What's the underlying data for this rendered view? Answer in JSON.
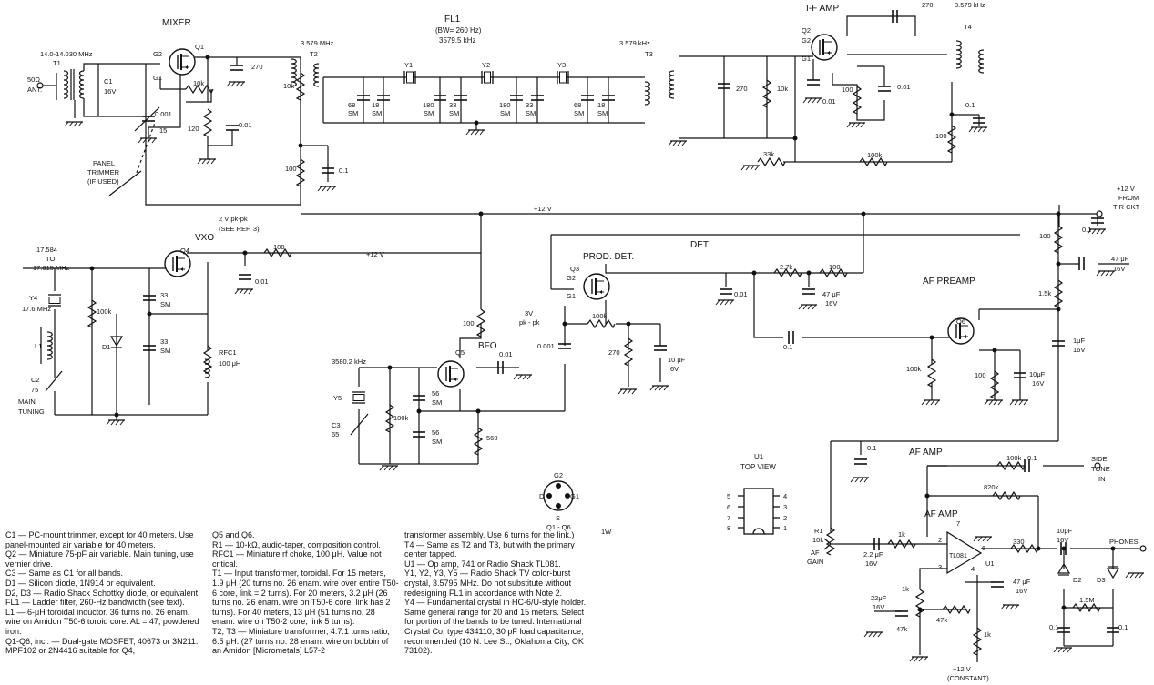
{
  "stages": {
    "mixer": "MIXER",
    "fl1_title": "FL1",
    "fl1_bw": "(BW= 260 Hz)",
    "fl1_freq": "3579.5 kHz",
    "if_amp": "I-F AMP",
    "vxo": "VXO",
    "bfo": "BFO",
    "prod_det": "PROD. DET.",
    "det": "DET",
    "af_preamp": "AF PREAMP",
    "af_amp": "AF AMP",
    "af_amp2": "AF AMP",
    "u1_top": "U1",
    "u1_top2": "TOP VIEW"
  },
  "labels": {
    "in_freq": "14.0-14.030 MHz",
    "ant1": "50Ω",
    "ant2": "ANT.",
    "t1": "T1",
    "c1": "C1",
    "c1v": "16V",
    "q1": "Q1",
    "g1": "G1",
    "g2": "G2",
    "r10k_a": "10k",
    "r120": "120",
    "c001_a": "0.001",
    "c001_b": "0.01",
    "c15": "15",
    "trim1": "PANEL",
    "trim2": "TRIMMER",
    "trim3": "(IF USED)",
    "c270_a": "270",
    "t2f": "3.579 MHz",
    "t2": "T2",
    "r10k_b": "10k",
    "r100_a": "100",
    "c01_a": "0.1",
    "y1": "Y1",
    "y2": "Y2",
    "y3": "Y3",
    "fc1": "68",
    "fc1b": "SM",
    "fc2": "18",
    "fc2b": "SM",
    "fc3": "180",
    "fc3b": "SM",
    "fc4": "33",
    "fc4b": "SM",
    "fc5": "180",
    "fc5b": "SM",
    "fc6": "33",
    "fc6b": "SM",
    "fc7": "68",
    "fc7b": "SM",
    "fc8": "18",
    "fc8b": "SM",
    "t3f": "3.579 kHz",
    "t3": "T3",
    "c270_b": "270",
    "r10k_c": "10k",
    "q2": "Q2",
    "q2g1": "G1",
    "q2g2": "G2",
    "c001_c": "0.01",
    "r100_b": "100",
    "c001_d": "0.01",
    "c270_c": "270",
    "t4f": "3.579 kHz",
    "t4": "T4",
    "r33k": "33k",
    "r100k_a": "100k",
    "c01_b": "0.1",
    "r100_c": "100",
    "p12v_a": "+12 V",
    "p12v_b": "+12 V",
    "pwr1": "+12 V",
    "pwr2": "FROM",
    "pwr3": "T-R CKT",
    "vpp1": "2 V pk-pk",
    "vpp2": "(SEE REF. 3)",
    "vxo_f1": "17.584",
    "vxo_f2": "TO",
    "vxo_f3": "17.615 MHz",
    "y4": "Y4",
    "y4f": "17.6 MHz",
    "l1": "L1",
    "c2": "C2",
    "c2v": "75",
    "main1": "MAIN",
    "main2": "TUNING",
    "d1": "D1",
    "r100k_b": "100k",
    "c33_a": "33",
    "c33_am": "SM",
    "c33_b": "33",
    "c33_bm": "SM",
    "rfc1": "RFC1",
    "rfc1v": "100 μH",
    "q4": "Q4",
    "r100_d": "100",
    "c001_e": "0.01",
    "bfo_f": "3580.2 kHz",
    "y5": "Y5",
    "c3": "C3",
    "c3v": "65",
    "r100k_c": "100k",
    "c56_a": "56",
    "c56_am": "SM",
    "c56_b": "56",
    "c56_bm": "SM",
    "r560": "560",
    "q5": "Q5",
    "c001_f": "0.01",
    "r100_e": "100",
    "vpp3": "3V",
    "vpp4": "pk - pk",
    "c0001": "0.001",
    "q3": "Q3",
    "q3g1": "G1",
    "q3g2": "G2",
    "r100k_d": "100k",
    "r270": "270",
    "c10uf": "10 μF",
    "c10v": "6V",
    "c001_g": "0.01",
    "r27k": "2.7k",
    "r100_f": "100",
    "c47uf_a": "47 μF",
    "c47v_a": "16V",
    "r100_g": "100",
    "c01_c": "0.1",
    "c47uf_b": "47 μF",
    "c47v_b": "16V",
    "r15k": "1.5k",
    "c1uf": "1μF",
    "q6": "Q6",
    "r100k_e": "100k",
    "r100_h": "100",
    "c10uf_b": "10μF",
    "c10v_b": "16V",
    "c01_d": "0.1",
    "c01_e": "0.1",
    "r100k_f": "100k",
    "c01_f": "0.1",
    "side1": "SIDE",
    "side2": "TONE",
    "side3": "IN",
    "r820k": "820k",
    "r1": "R1",
    "r1v": "10k",
    "afg1": "AF",
    "afg2": "GAIN",
    "r1k_a": "1k",
    "c22_a": "2.2 μF",
    "c22v_a": "16V",
    "u1": "U1",
    "u1p": "TL081",
    "r330": "330",
    "c10uf_c": "10μF",
    "c10v_c": "16V",
    "phones": "PHONES",
    "d2": "D2",
    "d3": "D3",
    "r15m": "1.5M",
    "c01_g": "0.1",
    "c01_h": "0.1",
    "c47uf_c": "47 μF",
    "c47v_c": "16V",
    "c22pf": "22μF",
    "c22pfv": "16V",
    "r1k_b": "1k",
    "r47k_a": "47k",
    "r47k_b": "47k",
    "r1k_c": "1k",
    "pw12c": "+12 V",
    "pw12c2": "(CONSTANT)",
    "pin2": "2",
    "pin3": "3",
    "pin4": "4",
    "pin6": "6",
    "pin7": "7",
    "qb_g2": "G2",
    "qb_g1": "G1",
    "qb_d": "D",
    "qb_s": "S",
    "qb_lbl": "Q1 - Q6",
    "dip5": "5",
    "dip6": "6",
    "dip7": "7",
    "dip8": "8",
    "dip4": "4",
    "dip3": "3",
    "dip2": "2",
    "dip1": "1",
    "pin1w": "1W"
  },
  "notes": {
    "col1": [
      "C1 — PC-mount trimmer, except for 40 meters. Use panel-mounted air variable for 40 meters.",
      "Q2 — Miniature 75-pF air variable. Main tuning, use vernier drive.",
      "C3 — Same as C1 for all bands.",
      "D1 — Silicon diode, 1N914 or equivalent.",
      "D2, D3 — Radio Shack Schottky diode, or equivalent.",
      "FL1 — Ladder filter, 260-Hz bandwidth (see text).",
      "L1 — 6-μH toroidal inductor. 36 turns no. 26 enam. wire on Amidon T50-6 toroid core. AL = 47, powdered iron.",
      "Q1-Q6, incl. — Dual-gate MOSFET, 40673 or 3N211. MPF102 or 2N4416 suitable for Q4,"
    ],
    "col2": [
      "Q5 and Q6.",
      "R1 — 10-kΩ, audio-taper, composition control.",
      "RFC1 — Miniature rf choke, 100 μH. Value not critical.",
      "T1 — Input transformer, toroidal. For 15 meters, 1.9 μH (20 turns no. 26 enam. wire over entire T50-6 core, link = 2 turns). For 20 meters, 3.2 μH (26 turns no. 26 enam. wire on T50-6 core, link has 2 turns). For 40 meters, 13 μH (51 turns no. 28 enam. wire on T50-2 core, link 5 turns).",
      "T2, T3 — Miniature transformer, 4.7:1 turns ratio, 6.5 μH. (27 turns no. 28 enam. wire on bobbin of an Amidon [Micrometals] L57-2"
    ],
    "col3": [
      "transformer assembly. Use 6 turns for the link.)",
      "T4 — Same as T2 and T3, but with the primary center tapped.",
      "U1 — Op amp, 741 or Radio Shack TL081.",
      "Y1, Y2, Y3, Y5 — Radio Shack TV color-burst crystal, 3.5795 MHz. Do not substitute without redesigning FL1 in accordance with Note 2.",
      "Y4 — Fundamental crystal in HC-6/U-style holder. Same general range for 20 and 15 meters. Select for portion of the bands to be tuned. International Crystal Co. type 434110, 30 pF load capacitance, recommended (10 N. Lee St., Oklahoma City, OK 73102)."
    ]
  }
}
